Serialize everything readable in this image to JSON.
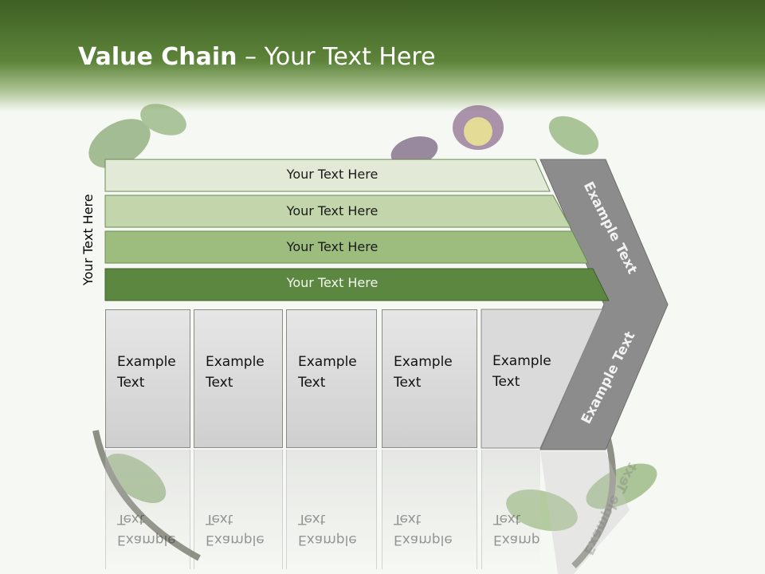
{
  "title": {
    "bold": "Value Chain",
    "rest": " – Your Text Here"
  },
  "side_label": "Your Text Here",
  "bars": [
    {
      "label": "Your Text Here",
      "color": "#e2e9d7"
    },
    {
      "label": "Your Text Here",
      "color": "#c3d6ab"
    },
    {
      "label": "Your Text Here",
      "color": "#9dbd7f"
    },
    {
      "label": "Your Text Here",
      "color": "#5c8740"
    }
  ],
  "boxes": [
    {
      "label": "Example\nText"
    },
    {
      "label": "Example\nText"
    },
    {
      "label": "Example\nText"
    },
    {
      "label": "Example\nText"
    },
    {
      "label": "Example\nText"
    }
  ],
  "arrow_upper_label": "Example Text",
  "arrow_lower_label": "Example Text",
  "colors": {
    "header": "#4e7430",
    "arrow": "#8a8a8a"
  }
}
